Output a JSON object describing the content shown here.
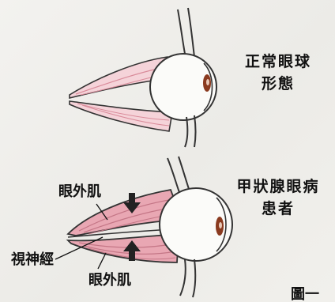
{
  "top_caption": {
    "line1": "正常眼球",
    "line2": "形態"
  },
  "bottom_caption": {
    "line1": "甲狀腺眼病",
    "line2": "患者"
  },
  "labels": {
    "muscle_upper": "眼外肌",
    "optic_nerve": "視神經",
    "muscle_lower": "眼外肌"
  },
  "figure_number": "圖一",
  "colors": {
    "muscle_pink": "#e9a7b3",
    "muscle_light": "#f7d6dc",
    "arrow": "#222222",
    "iris": "#8a3a1f"
  }
}
